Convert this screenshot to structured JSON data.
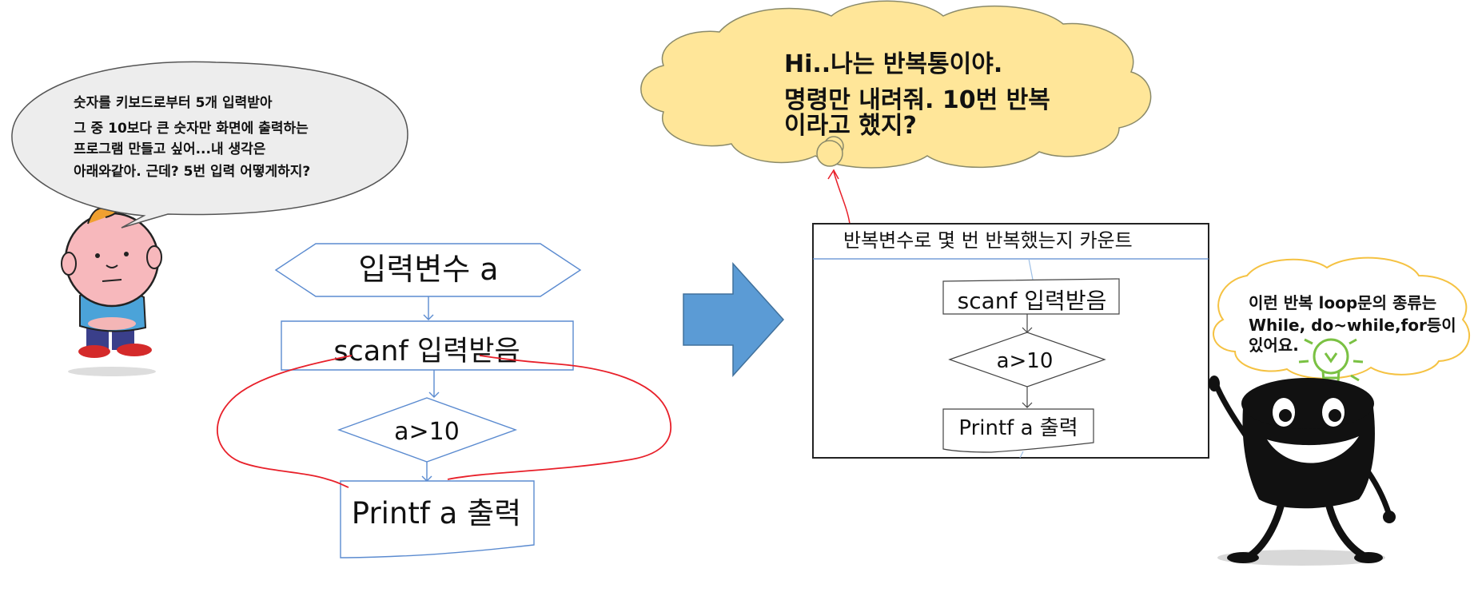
{
  "boy_speech": {
    "lines": [
      "숫자를 키보드로부터 5개 입력받아",
      " 그 중 10보다 큰 숫자만 화면에 출력하는",
      "프로그램 만들고 싶어...내 생각은",
      "아래와같아. 근데? 5번 입력 어떻게하지?"
    ]
  },
  "left_flow": {
    "input": "입력변수 a",
    "scanf": "scanf 입력받음",
    "cond": "a>10",
    "print": "Printf a 출력"
  },
  "cloud": {
    "lines": [
      "Hi..나는 반복통이야.",
      "명령만 내려줘. 10번 반복",
      "이라고 했지?"
    ]
  },
  "loop_box": {
    "header": "반복변수로 몇 번 반복했는지 카운트",
    "scanf": "scanf 입력받음",
    "cond": "a>10",
    "print": "Printf a 출력"
  },
  "bulb_speech": {
    "lines": [
      "이런 반복 loop문의 종류는",
      "While, do~while,for등이",
      "있어요."
    ]
  },
  "colors": {
    "flow_stroke": "#5b8bd0",
    "arrow_fill": "#5b9bd5",
    "cloud_fill": "#ffe699",
    "bulb_cloud_stroke": "#f5c242",
    "red_loop": "#e8202a",
    "bulb_green": "#7ac143"
  }
}
